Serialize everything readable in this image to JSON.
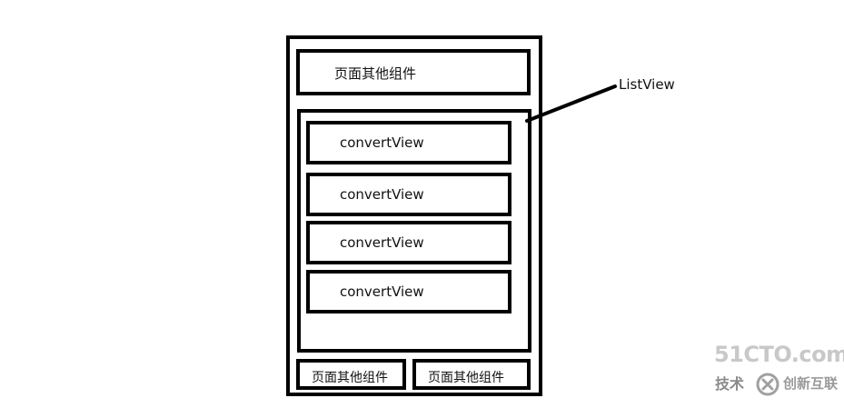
{
  "diagram": {
    "top_component": "页面其他组件",
    "list_items": [
      "convertView",
      "convertView",
      "convertView",
      "convertView"
    ],
    "bottom_components": [
      "页面其他组件",
      "页面其他组件"
    ],
    "listview_label": "ListView"
  },
  "watermark": {
    "site": "51CTO.com",
    "subtitle": "技术",
    "brand": "创新互联"
  }
}
